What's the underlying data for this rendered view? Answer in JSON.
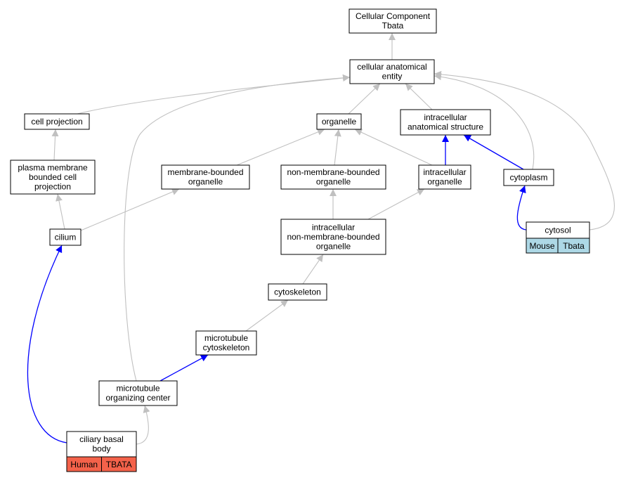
{
  "nodes": {
    "cellular_component": {
      "lines": [
        "Cellular Component",
        "Tbata"
      ]
    },
    "cellular_anatomical_entity": {
      "lines": [
        "cellular anatomical",
        "entity"
      ]
    },
    "cell_projection": {
      "lines": [
        "cell projection"
      ]
    },
    "organelle": {
      "lines": [
        "organelle"
      ]
    },
    "intracellular_anatomical_structure": {
      "lines": [
        "intracellular",
        "anatomical structure"
      ]
    },
    "plasma_membrane_bounded_cell_projection": {
      "lines": [
        "plasma membrane",
        "bounded cell",
        "projection"
      ]
    },
    "membrane_bounded_organelle": {
      "lines": [
        "membrane-bounded",
        "organelle"
      ]
    },
    "non_membrane_bounded_organelle": {
      "lines": [
        "non-membrane-bounded",
        "organelle"
      ]
    },
    "intracellular_organelle": {
      "lines": [
        "intracellular",
        "organelle"
      ]
    },
    "cytoplasm": {
      "lines": [
        "cytoplasm"
      ]
    },
    "cilium": {
      "lines": [
        "cilium"
      ]
    },
    "intracellular_non_membrane_bounded_organelle": {
      "lines": [
        "intracellular",
        "non-membrane-bounded",
        "organelle"
      ]
    },
    "cytosol": {
      "lines": [
        "cytosol"
      ],
      "tags": [
        "Mouse",
        "Tbata"
      ]
    },
    "cytoskeleton": {
      "lines": [
        "cytoskeleton"
      ]
    },
    "microtubule_cytoskeleton": {
      "lines": [
        "microtubule",
        "cytoskeleton"
      ]
    },
    "microtubule_organizing_center": {
      "lines": [
        "microtubule",
        "organizing center"
      ]
    },
    "ciliary_basal_body": {
      "lines": [
        "ciliary basal",
        "body"
      ],
      "tags": [
        "Human",
        "TBATA"
      ]
    }
  },
  "edges": [
    {
      "from": "cellular_anatomical_entity",
      "to": "cellular_component",
      "color": "gray"
    },
    {
      "from": "cell_projection",
      "to": "cellular_anatomical_entity",
      "color": "gray"
    },
    {
      "from": "organelle",
      "to": "cellular_anatomical_entity",
      "color": "gray"
    },
    {
      "from": "intracellular_anatomical_structure",
      "to": "cellular_anatomical_entity",
      "color": "gray"
    },
    {
      "from": "cytoplasm",
      "to": "cellular_anatomical_entity",
      "color": "gray"
    },
    {
      "from": "cytosol",
      "to": "cellular_anatomical_entity",
      "color": "gray"
    },
    {
      "from": "microtubule_organizing_center",
      "to": "cellular_anatomical_entity",
      "color": "gray"
    },
    {
      "from": "plasma_membrane_bounded_cell_projection",
      "to": "cell_projection",
      "color": "gray"
    },
    {
      "from": "membrane_bounded_organelle",
      "to": "organelle",
      "color": "gray"
    },
    {
      "from": "non_membrane_bounded_organelle",
      "to": "organelle",
      "color": "gray"
    },
    {
      "from": "intracellular_organelle",
      "to": "organelle",
      "color": "gray"
    },
    {
      "from": "intracellular_organelle",
      "to": "intracellular_anatomical_structure",
      "color": "blue"
    },
    {
      "from": "cytoplasm",
      "to": "intracellular_anatomical_structure",
      "color": "blue"
    },
    {
      "from": "cilium",
      "to": "plasma_membrane_bounded_cell_projection",
      "color": "gray"
    },
    {
      "from": "cilium",
      "to": "membrane_bounded_organelle",
      "color": "gray"
    },
    {
      "from": "intracellular_non_membrane_bounded_organelle",
      "to": "non_membrane_bounded_organelle",
      "color": "gray"
    },
    {
      "from": "intracellular_non_membrane_bounded_organelle",
      "to": "intracellular_organelle",
      "color": "gray"
    },
    {
      "from": "cytosol",
      "to": "cytoplasm",
      "color": "blue"
    },
    {
      "from": "cytoskeleton",
      "to": "intracellular_non_membrane_bounded_organelle",
      "color": "gray"
    },
    {
      "from": "microtubule_cytoskeleton",
      "to": "cytoskeleton",
      "color": "gray"
    },
    {
      "from": "microtubule_organizing_center",
      "to": "microtubule_cytoskeleton",
      "color": "blue"
    },
    {
      "from": "ciliary_basal_body",
      "to": "microtubule_organizing_center",
      "color": "gray"
    },
    {
      "from": "ciliary_basal_body",
      "to": "cilium",
      "color": "blue"
    }
  ],
  "colors": {
    "gray_edge": "#c0c0c0",
    "blue_edge": "#0000ff",
    "mouse_tag": "#add8e6",
    "human_tag": "#f4624a",
    "node_border": "#000000",
    "node_fill": "#ffffff"
  }
}
